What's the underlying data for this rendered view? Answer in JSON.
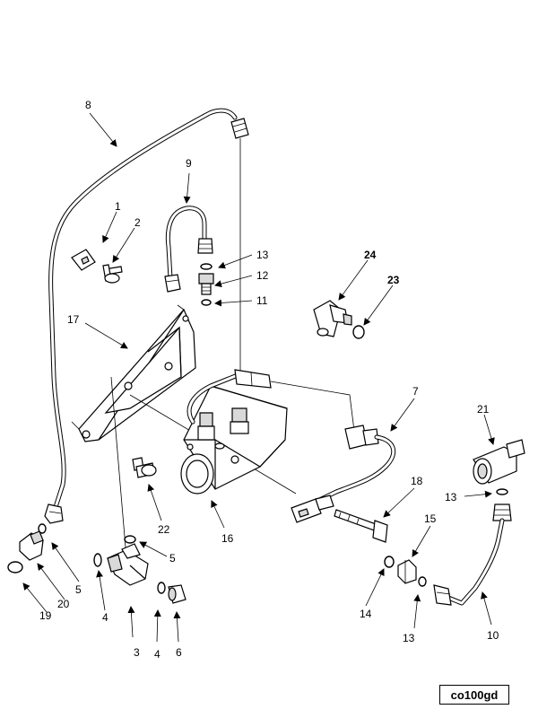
{
  "figure_id": "co100gd",
  "callouts": {
    "c1": "1",
    "c2": "2",
    "c3": "3",
    "c4a": "4",
    "c4b": "4",
    "c5a": "5",
    "c5b": "5",
    "c6": "6",
    "c7": "7",
    "c8": "8",
    "c9": "9",
    "c10": "10",
    "c11": "11",
    "c12": "12",
    "c13a": "13",
    "c13b": "13",
    "c13c": "13",
    "c14": "14",
    "c15": "15",
    "c16": "16",
    "c17": "17",
    "c18": "18",
    "c19": "19",
    "c20": "20",
    "c21": "21",
    "c22": "22",
    "c23": "23",
    "c24": "24"
  }
}
